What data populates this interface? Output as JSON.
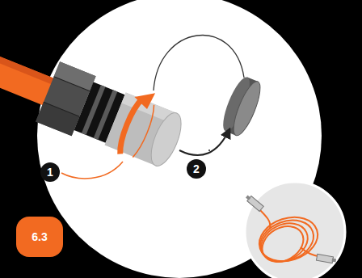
{
  "diagram": {
    "labels": [
      "1",
      "2",
      "6.3"
    ]
  }
}
